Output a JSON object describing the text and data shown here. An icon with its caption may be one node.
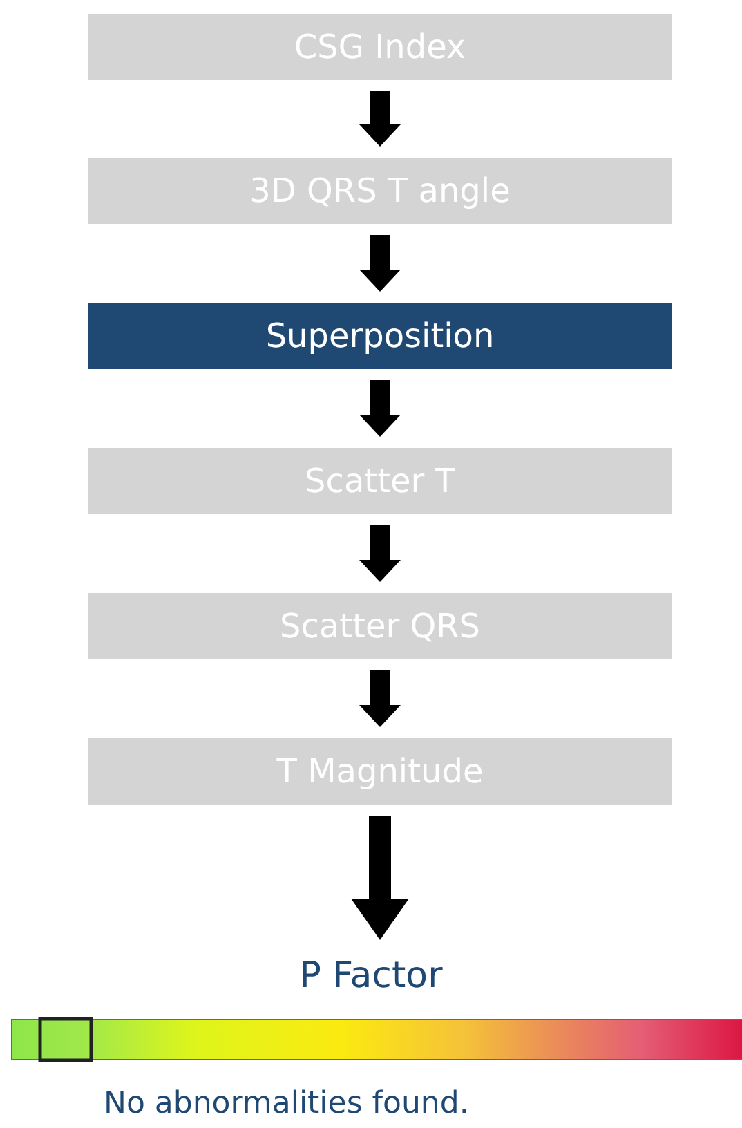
{
  "diagram": {
    "nodes": [
      {
        "text": [
          "CSG Index"
        ]
      },
      {
        "text": [
          "3D QRS T angle"
        ]
      },
      {
        "text": [
          "Superposition"
        ]
      },
      {
        "text": [
          "Scatter T"
        ]
      },
      {
        "text": [
          "Scatter QRS"
        ]
      },
      {
        "text": [
          "T Magnitude"
        ]
      },
      {
        "text": [
          "P Factor"
        ]
      }
    ],
    "edges": [
      {
        "from": 0,
        "to": 1,
        "arrow": "to"
      },
      {
        "from": 1,
        "to": 2,
        "arrow": "to"
      },
      {
        "from": 2,
        "to": 3,
        "arrow": "to"
      },
      {
        "from": 3,
        "to": 4,
        "arrow": "to"
      },
      {
        "from": 4,
        "to": 5,
        "arrow": "to"
      },
      {
        "from": 5,
        "to": 6,
        "arrow": "to"
      }
    ],
    "labels": [
      "No abnormalities found."
    ]
  }
}
